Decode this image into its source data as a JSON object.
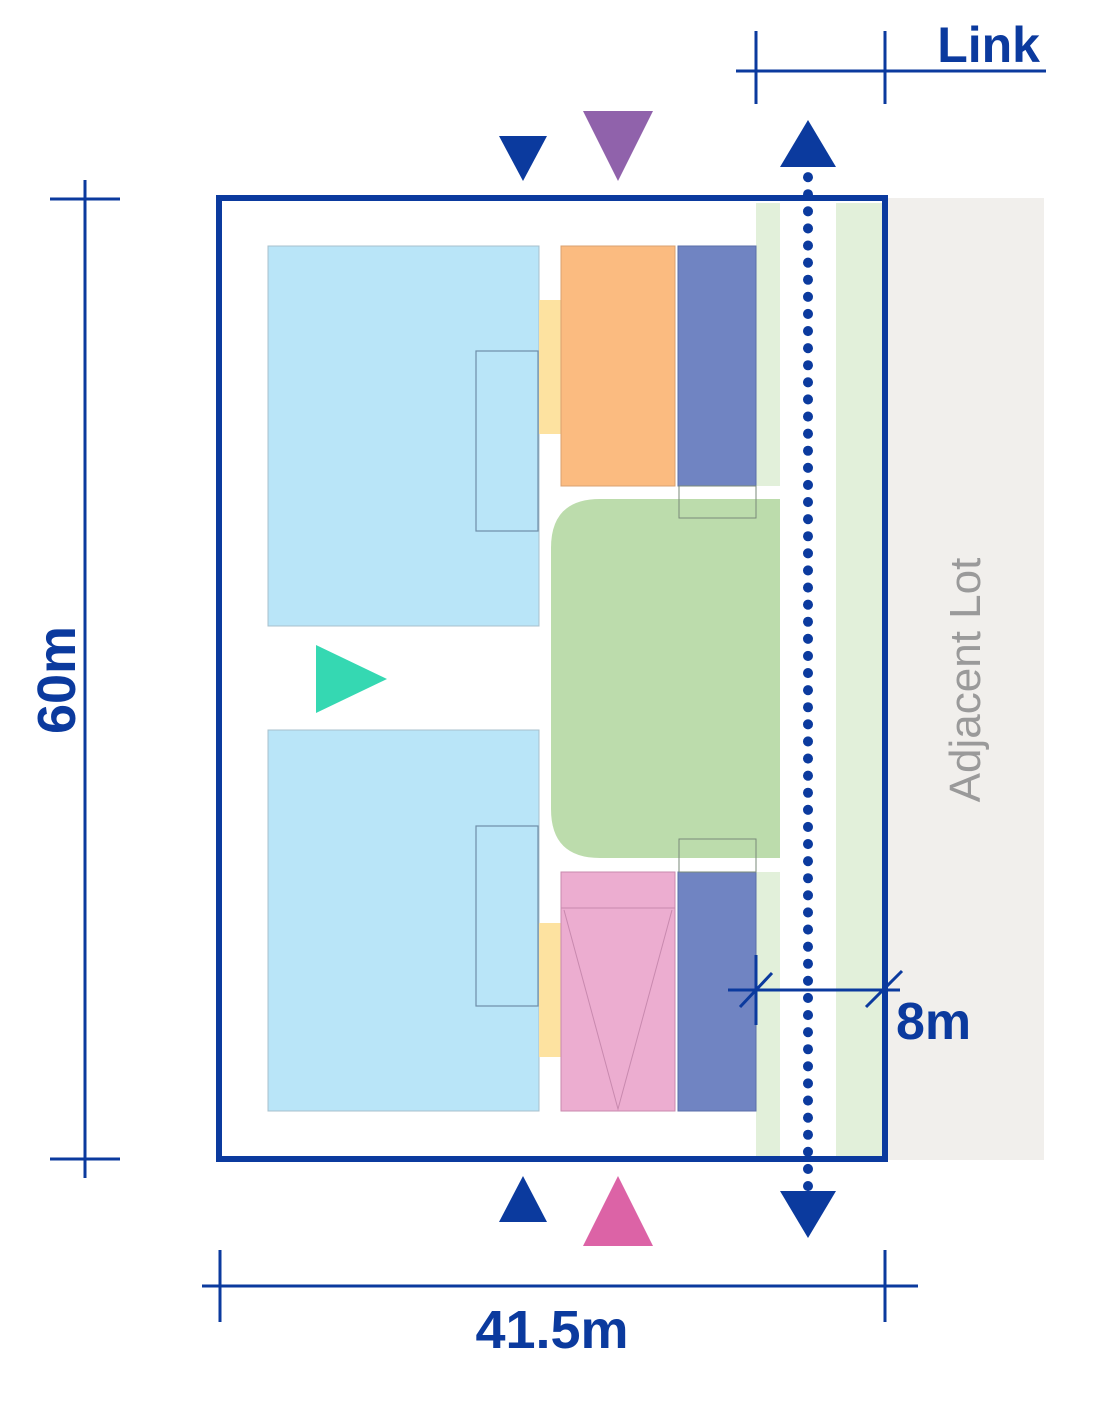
{
  "labels": {
    "link": "Link",
    "height": "60m",
    "width": "41.5m",
    "link_width": "8m",
    "adjacent_lot": "Adjacent Lot"
  },
  "colors": {
    "primary_blue": "#0b3a9e",
    "light_blue": "#b9e5f8",
    "orange": "#fbbb80",
    "slate_blue": "#7084c2",
    "green": "#bcdcac",
    "light_green": "#e2f0da",
    "pink": "#ecadd0",
    "yellow": "#fde2a0",
    "teal": "#35d8b2",
    "purple": "#9062ab",
    "magenta": "#dc63a6",
    "adjacent_lot_fill": "#f1efec",
    "adjacent_lot_text": "#9a9a9a"
  },
  "icons": {
    "top_entry_blue": "triangle-down-icon",
    "top_entry_purple": "triangle-down-icon",
    "bottom_entry_blue": "triangle-up-icon",
    "bottom_entry_magenta": "triangle-up-icon",
    "left_entry_teal": "triangle-right-icon",
    "link_arrows": "double-arrow-icon"
  }
}
